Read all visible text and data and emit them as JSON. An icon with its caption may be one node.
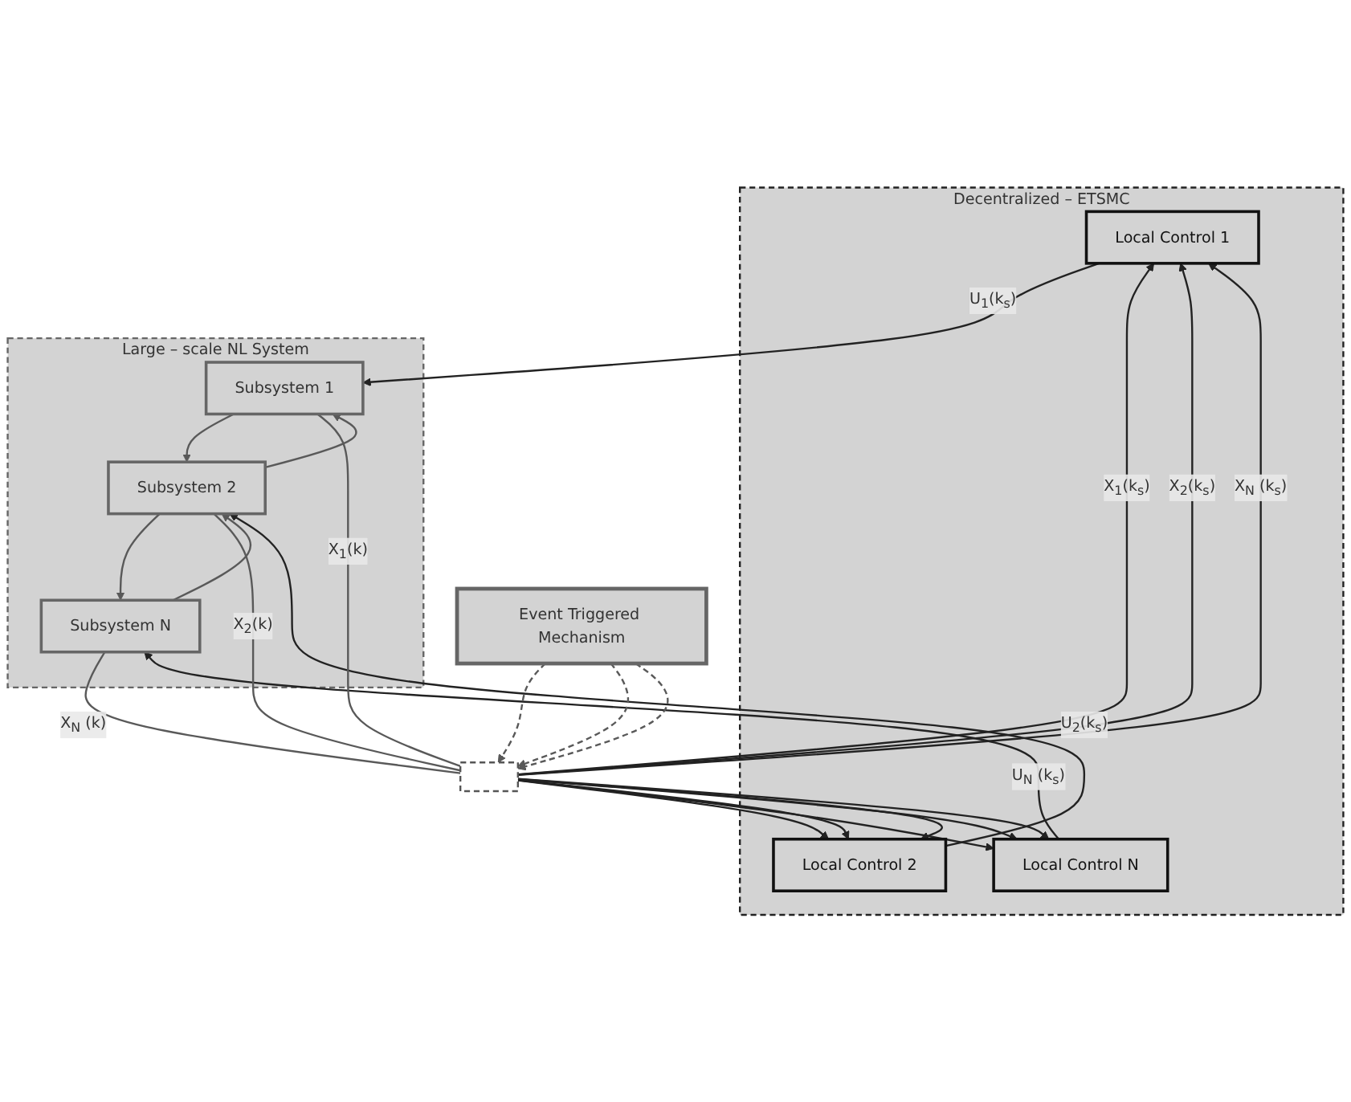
{
  "diagram": {
    "nodes": [
      {
        "text": [
          "Decentralized – ETSMC"
        ]
      },
      {
        "text": [
          "Local Control 1"
        ],
        "in": 0
      },
      {
        "text": [
          "Local Control 2"
        ],
        "in": 0
      },
      {
        "text": [
          "Local Control N"
        ],
        "in": 0
      },
      {
        "text": [
          "Large – scale NL System"
        ]
      },
      {
        "text": [
          "Subsystem 1"
        ],
        "in": 4
      },
      {
        "text": [
          "Subsystem 2"
        ],
        "in": 4
      },
      {
        "text": [
          "Subsystem N"
        ],
        "in": 4
      },
      {
        "text": [],
        "shape": "box"
      },
      {
        "text": [
          "Event Triggered Mechanism"
        ]
      }
    ],
    "edges": [
      {
        "from": 1,
        "to": 5,
        "arrow": "to",
        "label": "U$_{1}$(k$_{s}$)"
      },
      {
        "from": 2,
        "to": 6,
        "arrow": "to",
        "label": "U$_{2}$(k$_{s}$)"
      },
      {
        "from": 3,
        "to": 7,
        "arrow": "to",
        "label": "U$_{N}$ (k$_{s}$)"
      },
      {
        "from": 5,
        "to": 6,
        "arrow": "to",
        "color": "#595959"
      },
      {
        "from": 6,
        "to": 5,
        "arrow": "to",
        "color": "#595959"
      },
      {
        "from": 6,
        "to": 7,
        "arrow": "to",
        "color": "#595959"
      },
      {
        "from": 7,
        "to": 6,
        "arrow": "to",
        "color": "#595959"
      },
      {
        "from": 5,
        "to": 8,
        "arrow": "none",
        "label": "X$_{1}$(k)",
        "color": "#595959"
      },
      {
        "from": 6,
        "to": 8,
        "arrow": "none",
        "label": "X$_{2}$(k)",
        "color": "#595959"
      },
      {
        "from": 7,
        "to": 8,
        "arrow": "none",
        "label": "X$_{N}$ (k)",
        "color": "#595959"
      },
      {
        "from": 8,
        "to": 1,
        "arrow": "to",
        "label": "X$_{1}$(k$_{s}$)"
      },
      {
        "from": 8,
        "to": 2,
        "arrow": "to"
      },
      {
        "from": 8,
        "to": 3,
        "arrow": "to"
      },
      {
        "from": 8,
        "to": 1,
        "arrow": "to",
        "label": "X$_{2}$(k$_{s}$)"
      },
      {
        "from": 8,
        "to": 2,
        "arrow": "to"
      },
      {
        "from": 8,
        "to": 3,
        "arrow": "to"
      },
      {
        "from": 8,
        "to": 1,
        "arrow": "to",
        "label": "X$_{N}$ (k$_{s}$)"
      },
      {
        "from": 8,
        "to": 2,
        "arrow": "to"
      },
      {
        "from": 8,
        "to": 3,
        "arrow": "to"
      },
      {
        "from": 9,
        "to": 8,
        "arrow": "to",
        "style": "dashed",
        "color": "#595959"
      },
      {
        "from": 9,
        "to": 8,
        "arrow": "to",
        "style": "dashed",
        "color": "#595959"
      },
      {
        "from": 9,
        "to": 8,
        "arrow": "to",
        "style": "dashed",
        "color": "#595959"
      }
    ]
  }
}
